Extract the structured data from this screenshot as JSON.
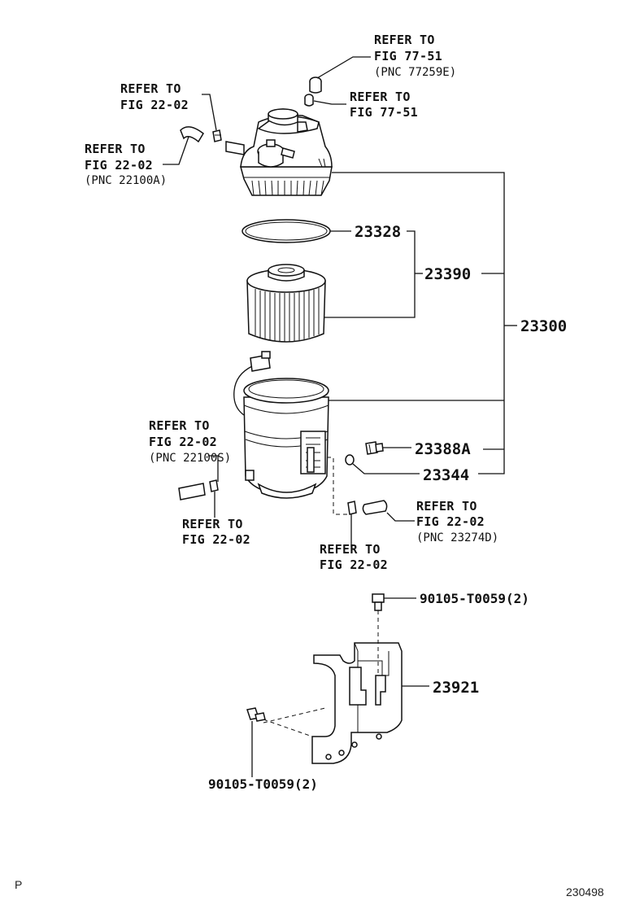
{
  "refs": {
    "ref_77_51_pnc": [
      "REFER TO",
      "FIG 77-51",
      "(PNC 77259E)"
    ],
    "ref_77_51": [
      "REFER TO",
      "FIG 77-51"
    ],
    "ref_22_02_top": [
      "REFER TO",
      "FIG 22-02"
    ],
    "ref_22_02_pnc_22100a": [
      "REFER TO",
      "FIG 22-02",
      "(PNC 22100A)"
    ],
    "ref_22_02_pnc_22100s": [
      "REFER TO",
      "FIG 22-02",
      "(PNC 22100S)"
    ],
    "ref_22_02_lower_left": [
      "REFER TO",
      "FIG 22-02"
    ],
    "ref_22_02_pnc_23274d": [
      "REFER TO",
      "FIG 22-02",
      "(PNC 23274D)"
    ],
    "ref_22_02_lower_mid": [
      "REFER TO",
      "FIG 22-02"
    ]
  },
  "parts": {
    "p23328": "23328",
    "p23390": "23390",
    "p23300": "23300",
    "p23388a": "23388A",
    "p23344": "23344",
    "p23921": "23921",
    "bolt_right": "90105-T0059(2)",
    "bolt_bottom": "90105-T0059(2)"
  },
  "footer": {
    "page_marker": "P",
    "figure_code": "230498"
  }
}
